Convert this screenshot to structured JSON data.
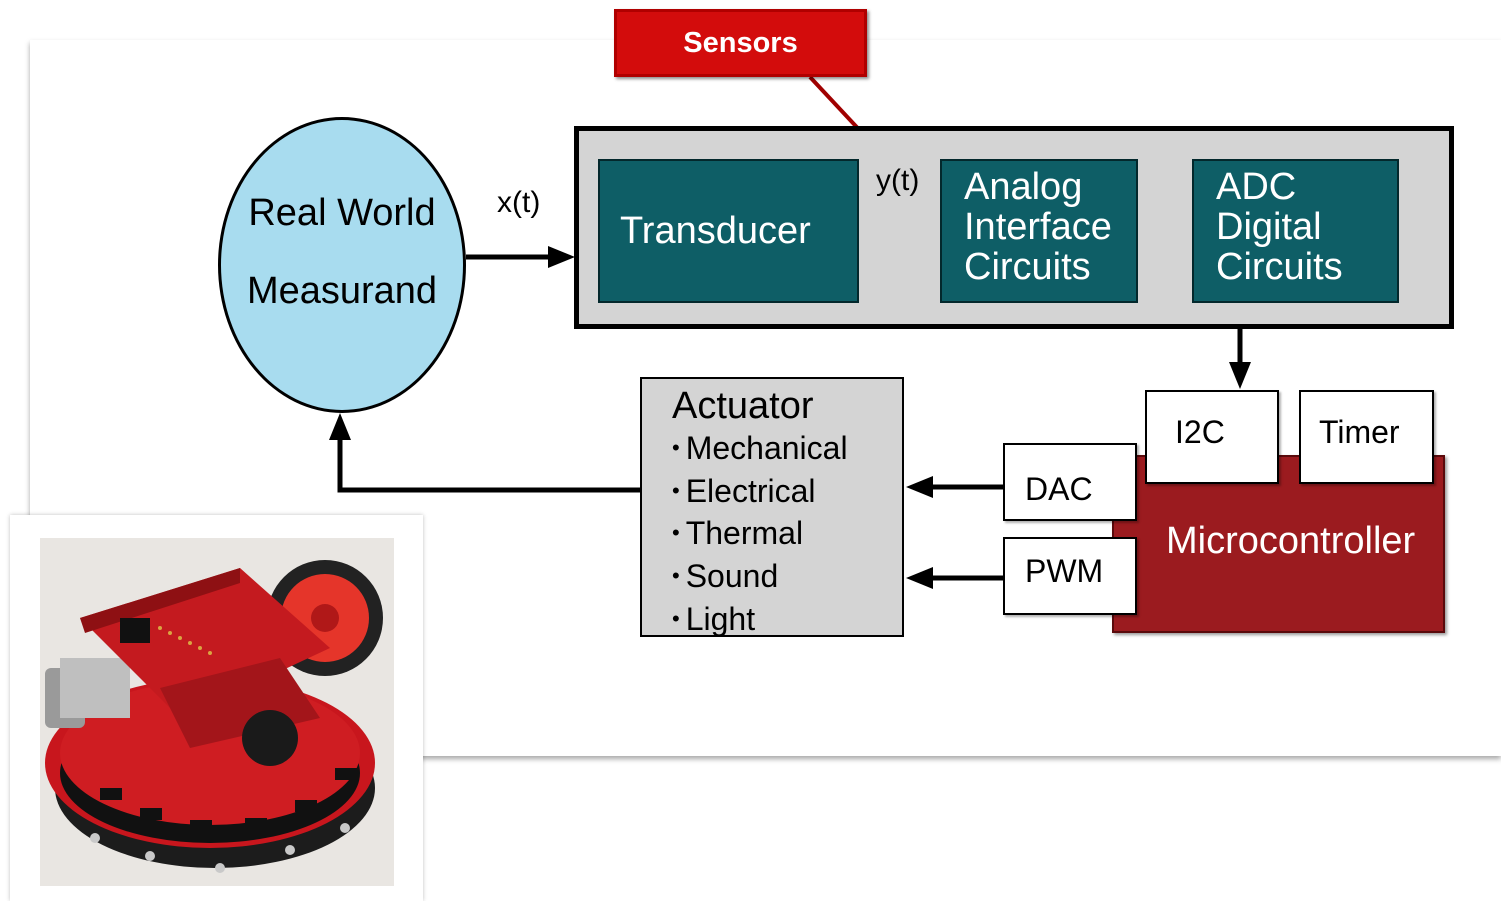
{
  "callout": {
    "label": "Sensors",
    "color": "#d30c0c"
  },
  "measurand": {
    "line1": "Real World",
    "line2": "Measurand",
    "color": "#a8dcef"
  },
  "signals": {
    "x": "x(t)",
    "y": "y(t)"
  },
  "sensor_blocks": {
    "transducer": "Transducer",
    "analog": [
      "Analog",
      "Interface",
      "Circuits"
    ],
    "adc": [
      "ADC",
      "Digital",
      "Circuits"
    ],
    "color": "#0e5e66"
  },
  "actuator": {
    "title": "Actuator",
    "items": [
      "Mechanical",
      "Electrical",
      "Thermal",
      "Sound",
      "Light"
    ]
  },
  "microcontroller": {
    "label": "Microcontroller",
    "color": "#9b1b1f",
    "peripherals": {
      "i2c": "I2C",
      "timer": "Timer",
      "dac": "DAC",
      "pwm": "PWM"
    }
  },
  "photo": {
    "subject": "robot-kit-photo"
  }
}
